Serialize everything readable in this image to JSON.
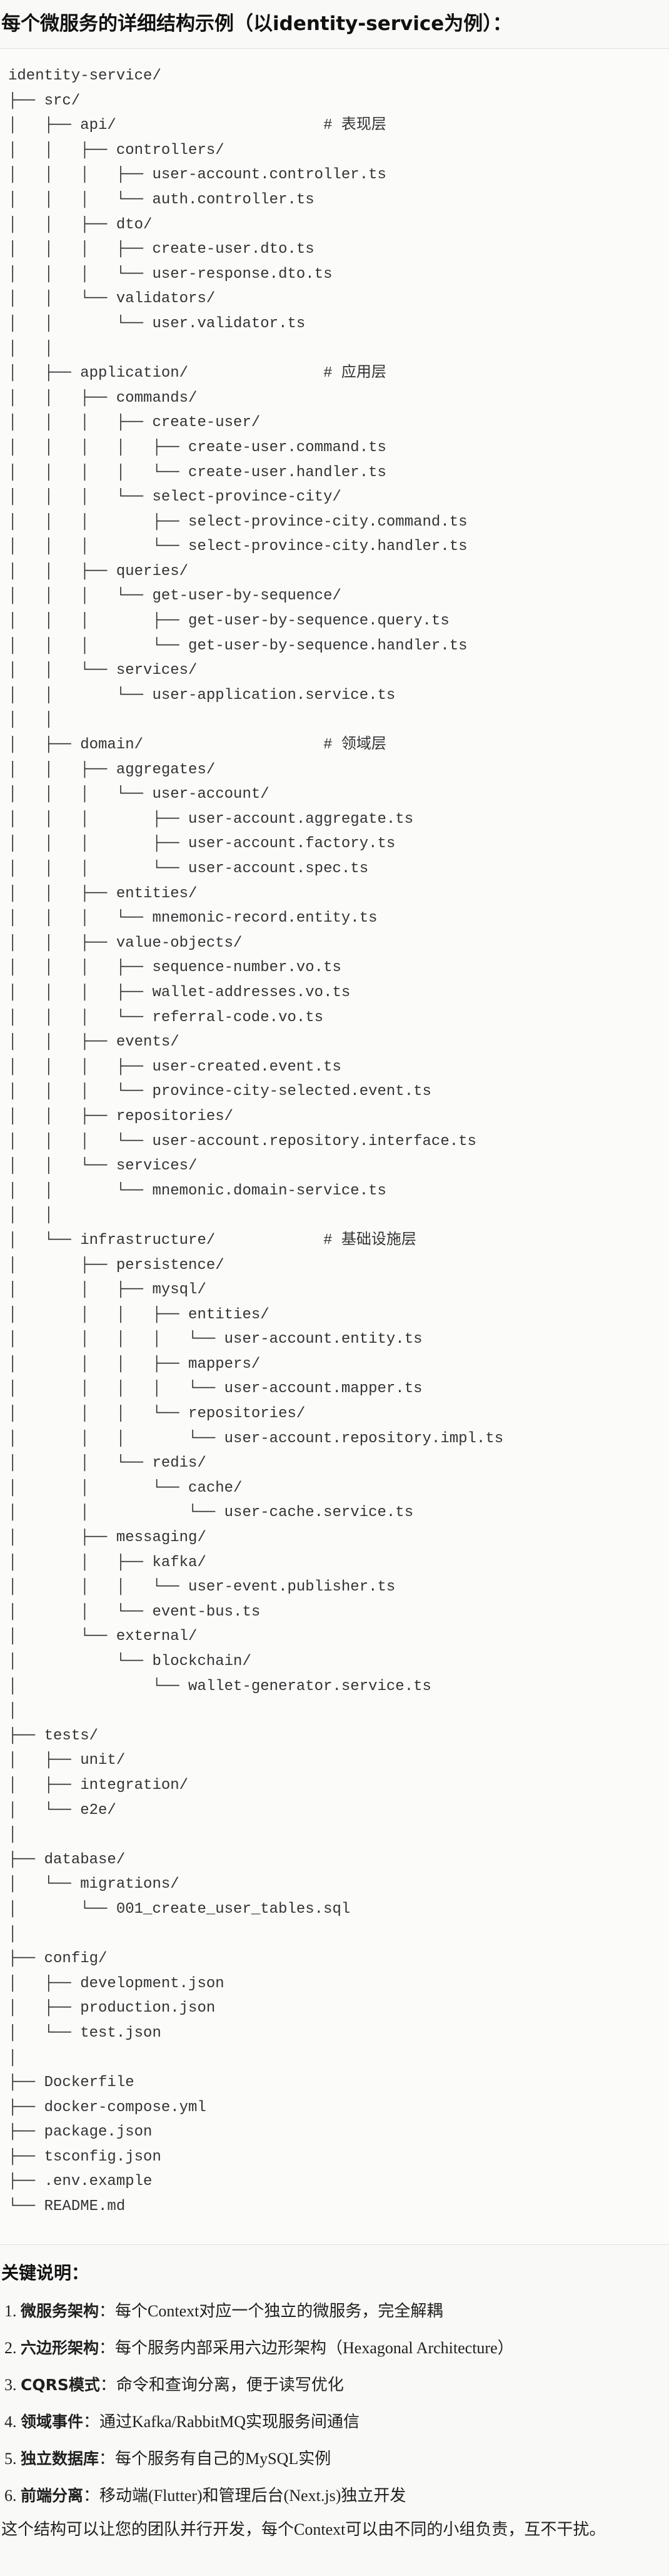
{
  "title": "每个微服务的详细结构示例（以identity-service为例）：",
  "tree": [
    "identity-service/",
    "├── src/",
    "│   ├── api/                       # 表现层",
    "│   │   ├── controllers/",
    "│   │   │   ├── user-account.controller.ts",
    "│   │   │   └── auth.controller.ts",
    "│   │   ├── dto/",
    "│   │   │   ├── create-user.dto.ts",
    "│   │   │   └── user-response.dto.ts",
    "│   │   └── validators/",
    "│   │       └── user.validator.ts",
    "│   │",
    "│   ├── application/               # 应用层",
    "│   │   ├── commands/",
    "│   │   │   ├── create-user/",
    "│   │   │   │   ├── create-user.command.ts",
    "│   │   │   │   └── create-user.handler.ts",
    "│   │   │   └── select-province-city/",
    "│   │   │       ├── select-province-city.command.ts",
    "│   │   │       └── select-province-city.handler.ts",
    "│   │   ├── queries/",
    "│   │   │   └── get-user-by-sequence/",
    "│   │   │       ├── get-user-by-sequence.query.ts",
    "│   │   │       └── get-user-by-sequence.handler.ts",
    "│   │   └── services/",
    "│   │       └── user-application.service.ts",
    "│   │",
    "│   ├── domain/                    # 领域层",
    "│   │   ├── aggregates/",
    "│   │   │   └── user-account/",
    "│   │   │       ├── user-account.aggregate.ts",
    "│   │   │       ├── user-account.factory.ts",
    "│   │   │       └── user-account.spec.ts",
    "│   │   ├── entities/",
    "│   │   │   └── mnemonic-record.entity.ts",
    "│   │   ├── value-objects/",
    "│   │   │   ├── sequence-number.vo.ts",
    "│   │   │   ├── wallet-addresses.vo.ts",
    "│   │   │   └── referral-code.vo.ts",
    "│   │   ├── events/",
    "│   │   │   ├── user-created.event.ts",
    "│   │   │   └── province-city-selected.event.ts",
    "│   │   ├── repositories/",
    "│   │   │   └── user-account.repository.interface.ts",
    "│   │   └── services/",
    "│   │       └── mnemonic.domain-service.ts",
    "│   │",
    "│   └── infrastructure/            # 基础设施层",
    "│       ├── persistence/",
    "│       │   ├── mysql/",
    "│       │   │   ├── entities/",
    "│       │   │   │   └── user-account.entity.ts",
    "│       │   │   ├── mappers/",
    "│       │   │   │   └── user-account.mapper.ts",
    "│       │   │   └── repositories/",
    "│       │   │       └── user-account.repository.impl.ts",
    "│       │   └── redis/",
    "│       │       └── cache/",
    "│       │           └── user-cache.service.ts",
    "│       ├── messaging/",
    "│       │   ├── kafka/",
    "│       │   │   └── user-event.publisher.ts",
    "│       │   └── event-bus.ts",
    "│       └── external/",
    "│           └── blockchain/",
    "│               └── wallet-generator.service.ts",
    "│",
    "├── tests/",
    "│   ├── unit/",
    "│   ├── integration/",
    "│   └── e2e/",
    "│",
    "├── database/",
    "│   └── migrations/",
    "│       └── 001_create_user_tables.sql",
    "│",
    "├── config/",
    "│   ├── development.json",
    "│   ├── production.json",
    "│   └── test.json",
    "│",
    "├── Dockerfile",
    "├── docker-compose.yml",
    "├── package.json",
    "├── tsconfig.json",
    "├── .env.example",
    "└── README.md"
  ],
  "notes": {
    "title": "关键说明：",
    "items": [
      {
        "num": "1. ",
        "label": "微服务架构",
        "text": "：每个Context对应一个独立的微服务，完全解耦"
      },
      {
        "num": "2. ",
        "label": "六边形架构",
        "text": "：每个服务内部采用六边形架构（Hexagonal Architecture）"
      },
      {
        "num": "3. ",
        "label": "CQRS模式",
        "text": "：命令和查询分离，便于读写优化"
      },
      {
        "num": "4. ",
        "label": "领域事件",
        "text": "：通过Kafka/RabbitMQ实现服务间通信"
      },
      {
        "num": "5. ",
        "label": "独立数据库",
        "text": "：每个服务有自己的MySQL实例"
      },
      {
        "num": "6. ",
        "label": "前端分离",
        "text": "：移动端(Flutter)和管理后台(Next.js)独立开发"
      }
    ],
    "summary": "这个结构可以让您的团队并行开发，每个Context可以由不同的小组负责，互不干扰。"
  }
}
